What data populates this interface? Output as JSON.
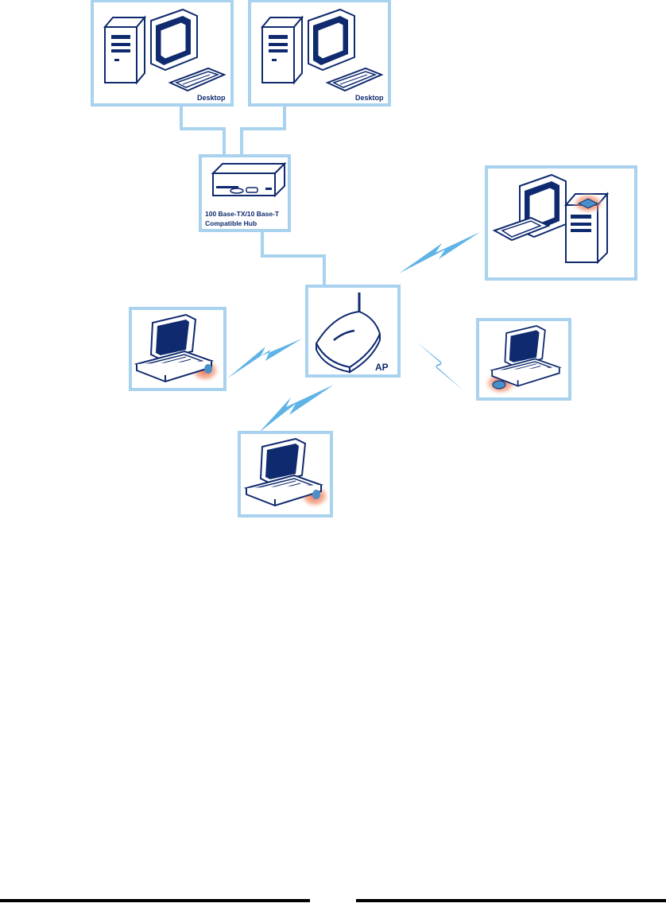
{
  "nodes": {
    "desktop_left": {
      "label": "Desktop"
    },
    "desktop_right": {
      "label": "Desktop"
    },
    "hub": {
      "label_line1": "100 Base-TX/10 Base-T",
      "label_line2": "Compatible Hub"
    },
    "access_point": {
      "label": "AP"
    }
  },
  "colors": {
    "frame": "#a9d2ef",
    "link": "#a9d2ef",
    "wireless": "#5fb3e6",
    "device_fill": "#ffffff",
    "device_stroke": "#0f2a6e",
    "screen": "#0f2a6e",
    "adapter_glow": "#e8603a",
    "adapter": "#4a90c8"
  }
}
